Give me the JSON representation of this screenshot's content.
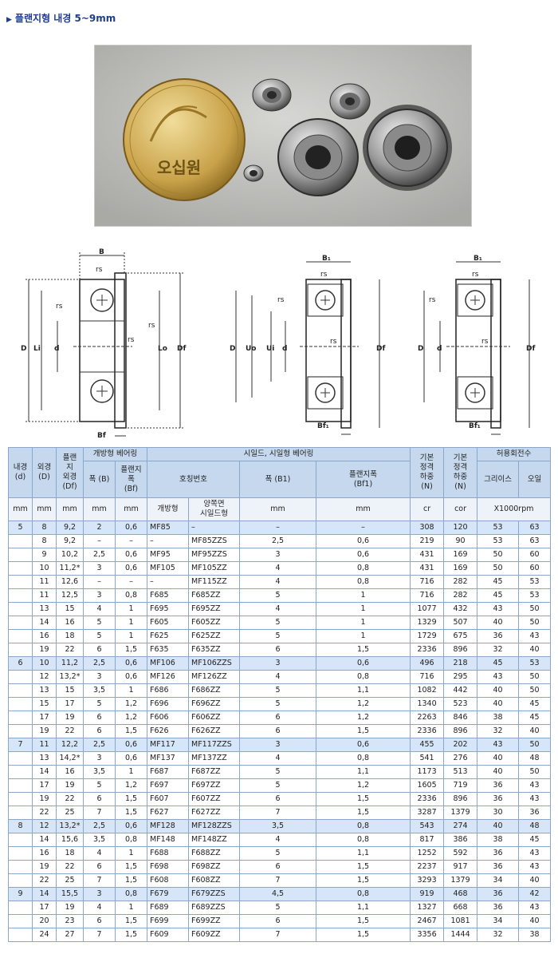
{
  "title": "플랜지형 내경 5~9mm",
  "photo": {
    "coin_text": "오십원",
    "alt": "bearing-photo"
  },
  "diagrams": {
    "d1": {
      "B": "B",
      "rs1": "rs",
      "rs2": "rs",
      "rs3": "rs",
      "rs4": "rs",
      "D": "D",
      "Li": "Li",
      "d": "d",
      "Lo": "Lo",
      "Df": "Df",
      "Bf": "Bf"
    },
    "d2": {
      "B1": "B₁",
      "rs1": "rs",
      "rs2": "rs",
      "rs3": "rs",
      "D": "D",
      "Uo": "Uo",
      "Ui": "Ui",
      "d": "d",
      "Df": "Df",
      "Bf1": "Bf₁"
    },
    "d3": {
      "B1": "B₁",
      "rs1": "rs",
      "rs2": "rs",
      "rs3": "rs",
      "D": "D",
      "d": "d",
      "Df": "Df",
      "Bf1": "Bf₁"
    }
  },
  "table": {
    "headers": {
      "inner": "내경\n(d)",
      "outer": "외경\n(D)",
      "flange_od": "플랜\n지\n외경\n(Df)",
      "open_group": "개방형 베어링",
      "width_b": "폭 (B)",
      "flange_width": "플랜지\n폭\n(Bf)",
      "shield_group": "시일드, 시일형 베어링",
      "part_no": "호칭번호",
      "width_b1": "폭 (B1)",
      "flange_width1": "플랜지폭\n(Bf1)",
      "dyn_load": "기본\n정격\n하중\n(N)",
      "static_load": "기본\n정격\n하중\n(N)",
      "speed_group": "허용회전수",
      "grease": "그리이스",
      "oil": "오일"
    },
    "units": {
      "inner": "mm",
      "outer": "mm",
      "flange_od": "mm",
      "width_b": "mm",
      "flange_width": "mm",
      "open_type": "개방형",
      "shield_type": "양쪽면\n시일드형",
      "width_b1": "mm",
      "flange_width1": "mm",
      "cr": "cr",
      "cor": "cor",
      "rpm": "X1000rpm"
    },
    "rows": [
      [
        "5",
        "8",
        "9,2",
        "2",
        "0,6",
        "MF85",
        "–",
        "–",
        "–",
        "308",
        "120",
        "53",
        "63"
      ],
      [
        "",
        "8",
        "9,2",
        "–",
        "–",
        "–",
        "MF85ZZS",
        "2,5",
        "0,6",
        "219",
        "90",
        "53",
        "63"
      ],
      [
        "",
        "9",
        "10,2",
        "2,5",
        "0,6",
        "MF95",
        "MF95ZZS",
        "3",
        "0,6",
        "431",
        "169",
        "50",
        "60"
      ],
      [
        "",
        "10",
        "11,2*",
        "3",
        "0,6",
        "MF105",
        "MF105ZZ",
        "4",
        "0,8",
        "431",
        "169",
        "50",
        "60"
      ],
      [
        "",
        "11",
        "12,6",
        "–",
        "–",
        "–",
        "MF115ZZ",
        "4",
        "0,8",
        "716",
        "282",
        "45",
        "53"
      ],
      [
        "",
        "11",
        "12,5",
        "3",
        "0,8",
        "F685",
        "F685ZZ",
        "5",
        "1",
        "716",
        "282",
        "45",
        "53"
      ],
      [
        "",
        "13",
        "15",
        "4",
        "1",
        "F695",
        "F695ZZ",
        "4",
        "1",
        "1077",
        "432",
        "43",
        "50"
      ],
      [
        "",
        "14",
        "16",
        "5",
        "1",
        "F605",
        "F605ZZ",
        "5",
        "1",
        "1329",
        "507",
        "40",
        "50"
      ],
      [
        "",
        "16",
        "18",
        "5",
        "1",
        "F625",
        "F625ZZ",
        "5",
        "1",
        "1729",
        "675",
        "36",
        "43"
      ],
      [
        "",
        "19",
        "22",
        "6",
        "1,5",
        "F635",
        "F635ZZ",
        "6",
        "1,5",
        "2336",
        "896",
        "32",
        "40"
      ],
      [
        "6",
        "10",
        "11,2",
        "2,5",
        "0,6",
        "MF106",
        "MF106ZZS",
        "3",
        "0,6",
        "496",
        "218",
        "45",
        "53"
      ],
      [
        "",
        "12",
        "13,2*",
        "3",
        "0,6",
        "MF126",
        "MF126ZZ",
        "4",
        "0,8",
        "716",
        "295",
        "43",
        "50"
      ],
      [
        "",
        "13",
        "15",
        "3,5",
        "1",
        "F686",
        "F686ZZ",
        "5",
        "1,1",
        "1082",
        "442",
        "40",
        "50"
      ],
      [
        "",
        "15",
        "17",
        "5",
        "1,2",
        "F696",
        "F696ZZ",
        "5",
        "1,2",
        "1340",
        "523",
        "40",
        "45"
      ],
      [
        "",
        "17",
        "19",
        "6",
        "1,2",
        "F606",
        "F606ZZ",
        "6",
        "1,2",
        "2263",
        "846",
        "38",
        "45"
      ],
      [
        "",
        "19",
        "22",
        "6",
        "1,5",
        "F626",
        "F626ZZ",
        "6",
        "1,5",
        "2336",
        "896",
        "32",
        "40"
      ],
      [
        "7",
        "11",
        "12,2",
        "2,5",
        "0,6",
        "MF117",
        "MF117ZZS",
        "3",
        "0,6",
        "455",
        "202",
        "43",
        "50"
      ],
      [
        "",
        "13",
        "14,2*",
        "3",
        "0,6",
        "MF137",
        "MF137ZZ",
        "4",
        "0,8",
        "541",
        "276",
        "40",
        "48"
      ],
      [
        "",
        "14",
        "16",
        "3,5",
        "1",
        "F687",
        "F687ZZ",
        "5",
        "1,1",
        "1173",
        "513",
        "40",
        "50"
      ],
      [
        "",
        "17",
        "19",
        "5",
        "1,2",
        "F697",
        "F697ZZ",
        "5",
        "1,2",
        "1605",
        "719",
        "36",
        "43"
      ],
      [
        "",
        "19",
        "22",
        "6",
        "1,5",
        "F607",
        "F607ZZ",
        "6",
        "1,5",
        "2336",
        "896",
        "36",
        "43"
      ],
      [
        "",
        "22",
        "25",
        "7",
        "1,5",
        "F627",
        "F627ZZ",
        "7",
        "1,5",
        "3287",
        "1379",
        "30",
        "36"
      ],
      [
        "8",
        "12",
        "13,2*",
        "2,5",
        "0,6",
        "MF128",
        "MF128ZZS",
        "3,5",
        "0,8",
        "543",
        "274",
        "40",
        "48"
      ],
      [
        "",
        "14",
        "15,6",
        "3,5",
        "0,8",
        "MF148",
        "MF148ZZ",
        "4",
        "0,8",
        "817",
        "386",
        "38",
        "45"
      ],
      [
        "",
        "16",
        "18",
        "4",
        "1",
        "F688",
        "F688ZZ",
        "5",
        "1,1",
        "1252",
        "592",
        "36",
        "43"
      ],
      [
        "",
        "19",
        "22",
        "6",
        "1,5",
        "F698",
        "F698ZZ",
        "6",
        "1,5",
        "2237",
        "917",
        "36",
        "43"
      ],
      [
        "",
        "22",
        "25",
        "7",
        "1,5",
        "F608",
        "F608ZZ",
        "7",
        "1,5",
        "3293",
        "1379",
        "34",
        "40"
      ],
      [
        "9",
        "14",
        "15,5",
        "3",
        "0,8",
        "F679",
        "F679ZZS",
        "4,5",
        "0,8",
        "919",
        "468",
        "36",
        "42"
      ],
      [
        "",
        "17",
        "19",
        "4",
        "1",
        "F689",
        "F689ZZS",
        "5",
        "1,1",
        "1327",
        "668",
        "36",
        "43"
      ],
      [
        "",
        "20",
        "23",
        "6",
        "1,5",
        "F699",
        "F699ZZ",
        "6",
        "1,5",
        "2467",
        "1081",
        "34",
        "40"
      ],
      [
        "",
        "24",
        "27",
        "7",
        "1,5",
        "F609",
        "F609ZZ",
        "7",
        "1,5",
        "3356",
        "1444",
        "32",
        "38"
      ]
    ]
  }
}
